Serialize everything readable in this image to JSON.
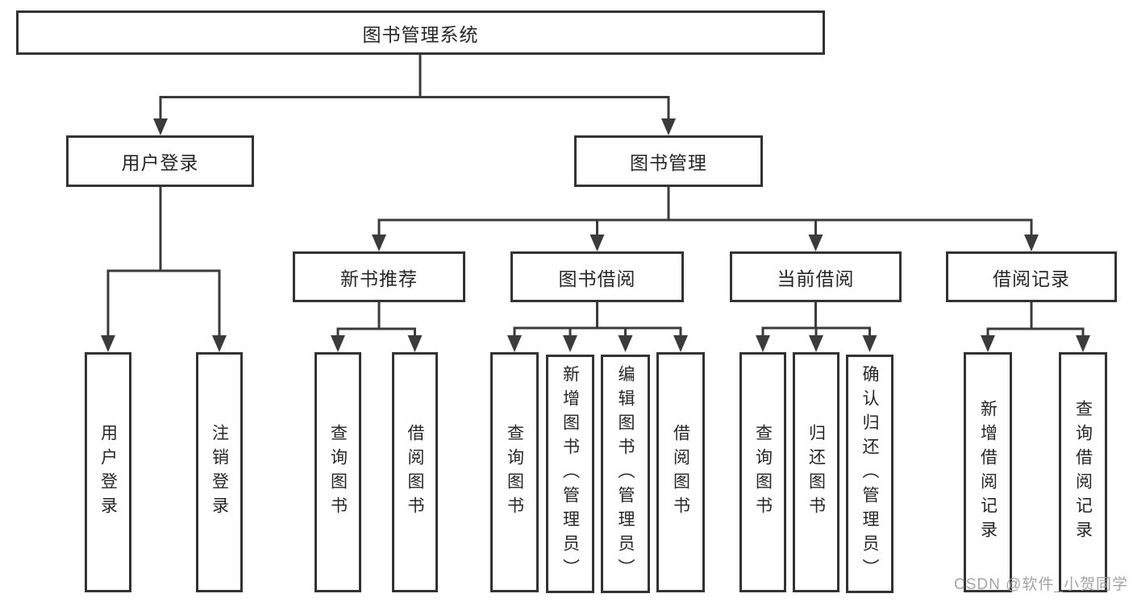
{
  "diagram": {
    "type": "tree",
    "nodes": {
      "root": "图书管理系统",
      "login": "用户登录",
      "management": "图书管理",
      "login_children": [
        "用户登录",
        "注销登录"
      ],
      "sections": [
        "新书推荐",
        "图书借阅",
        "当前借阅",
        "借阅记录"
      ],
      "new_book_children": [
        "查询图书",
        "借阅图书"
      ],
      "borrow_children": [
        "查询图书",
        "新增图书（管理员）",
        "编辑图书（管理员）",
        "借阅图书"
      ],
      "current_children": [
        "查询图书",
        "归还图书",
        "确认归还（管理员）"
      ],
      "record_children": [
        "新增借阅记录",
        "查询借阅记录"
      ]
    },
    "colors": {
      "border": "#333333",
      "line": "#3b3b3b",
      "text": "#262626",
      "watermark": "#9b9b9b"
    }
  },
  "watermark": "CSDN @软件_小贺同学"
}
